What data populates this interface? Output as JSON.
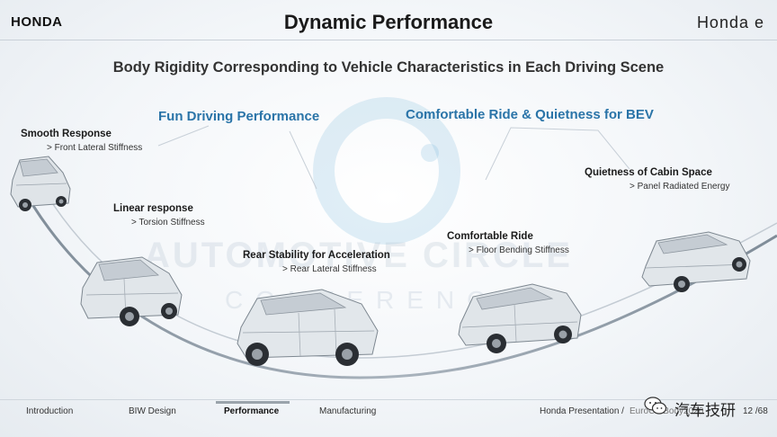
{
  "header": {
    "logo": "HONDA",
    "title": "Dynamic Performance",
    "brand": "Honda e"
  },
  "subtitle": "Body Rigidity Corresponding to Vehicle Characteristics in Each Driving Scene",
  "sections": {
    "fun": "Fun Driving Performance",
    "comfort": "Comfortable Ride & Quietness for BEV"
  },
  "items": [
    {
      "label": "Smooth Response",
      "detail": "> Front Lateral Stiffness"
    },
    {
      "label": "Linear response",
      "detail": "> Torsion Stiffness"
    },
    {
      "label": "Rear Stability for Acceleration",
      "detail": "> Rear Lateral Stiffness"
    },
    {
      "label": "Comfortable Ride",
      "detail": "> Floor Bending Stiffness"
    },
    {
      "label": "Quietness of Cabin Space",
      "detail": "> Panel Radiated Energy"
    }
  ],
  "watermark": {
    "line1": "AUTOMOTIVE CIRCLE",
    "line2": "CONFERENCE"
  },
  "footer": {
    "nav": [
      "Introduction",
      "BIW Design",
      "Performance",
      "Manufacturing"
    ],
    "presentation": "Honda Presentation /",
    "event": "EuroCarBody2020",
    "page": "12 /68",
    "wechat": "汽车技研"
  },
  "colors": {
    "section": "#2a74a8",
    "road": "#8a96a2"
  }
}
